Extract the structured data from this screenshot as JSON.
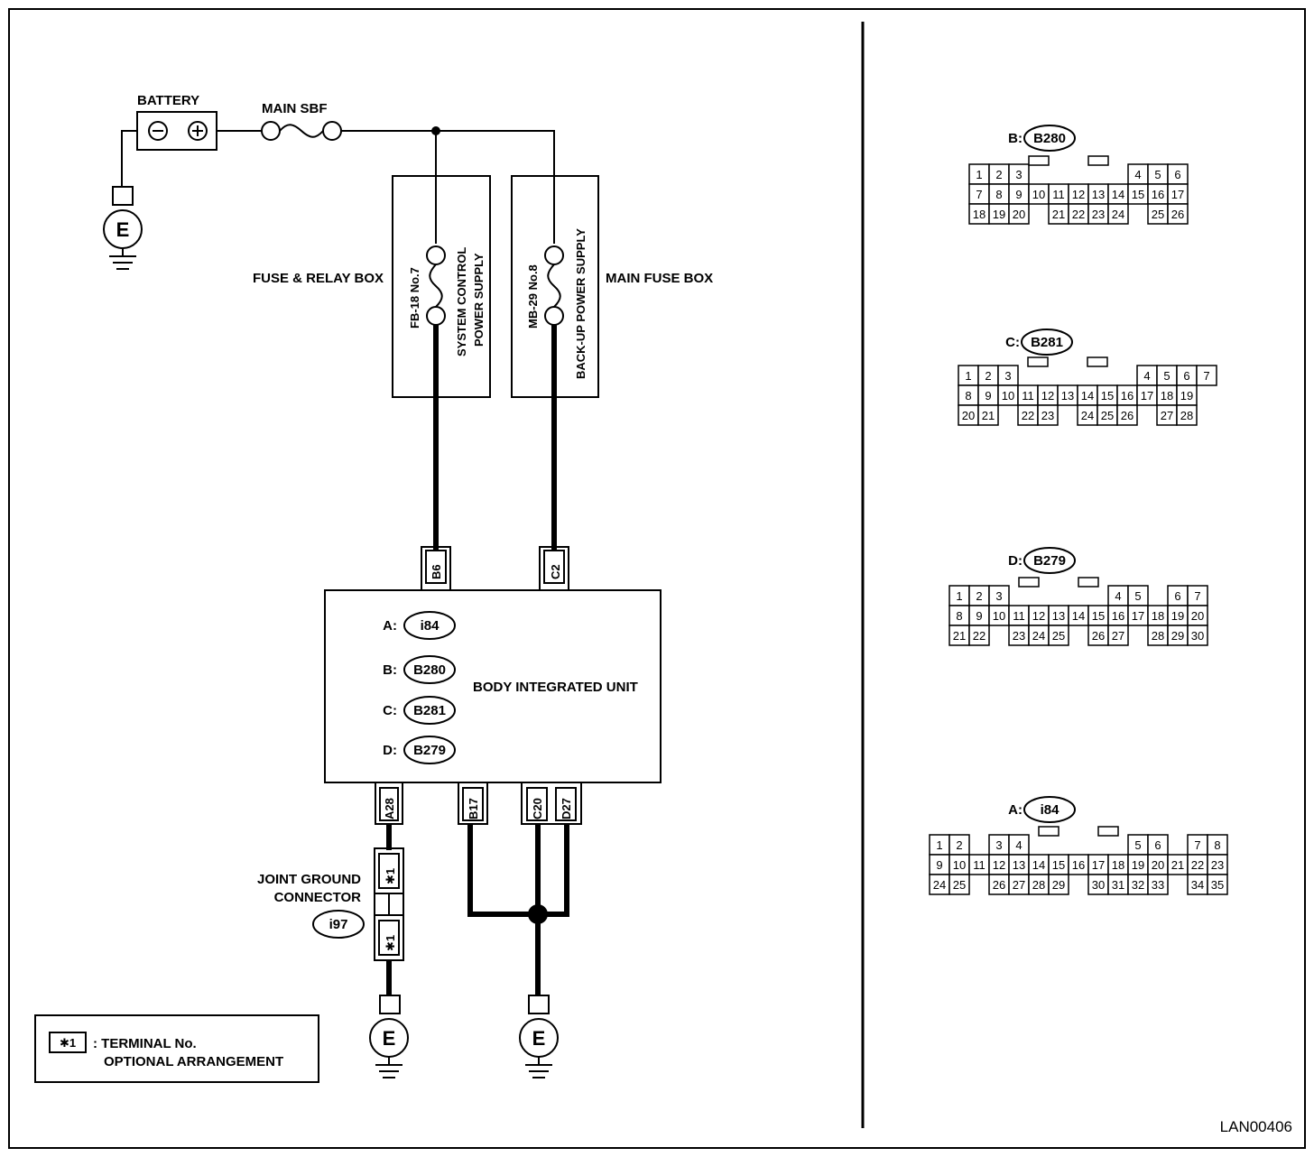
{
  "labels": {
    "battery": "BATTERY",
    "main_sbf": "MAIN SBF",
    "fuse_relay_box": "FUSE & RELAY BOX",
    "main_fuse_box": "MAIN FUSE BOX",
    "fuse_fb18": "FB-18 No.7",
    "system_control_1": "SYSTEM CONTROL",
    "system_control_2": "POWER SUPPLY",
    "fuse_mb29": "MB-29 No.8",
    "backup_power": "BACK-UP POWER SUPPLY",
    "body_unit": "BODY INTEGRATED UNIT",
    "joint_ground_1": "JOINT GROUND",
    "joint_ground_2": "CONNECTOR",
    "joint_ground_conn": "i97",
    "ground": "E",
    "legend_mark": "✱1",
    "legend_line1": ": TERMINAL No.",
    "legend_line2": "OPTIONAL ARRANGEMENT",
    "doc_code": "LAN00406"
  },
  "terminals": {
    "b6": "B6",
    "c2": "C2",
    "a28": "A28",
    "b17": "B17",
    "c20": "C20",
    "d27": "D27",
    "star": "✱1"
  },
  "unit_connectors": [
    {
      "letter": "A:",
      "code": "i84"
    },
    {
      "letter": "B:",
      "code": "B280"
    },
    {
      "letter": "C:",
      "code": "B281"
    },
    {
      "letter": "D:",
      "code": "B279"
    }
  ],
  "connector_views": [
    {
      "letter": "B:",
      "code": "B280",
      "rows": [
        [
          "1",
          "2",
          "3",
          "",
          "",
          "",
          "",
          "",
          "4",
          "5",
          "6"
        ],
        [
          "7",
          "8",
          "9",
          "10",
          "11",
          "12",
          "13",
          "14",
          "15",
          "16",
          "17"
        ],
        [
          "18",
          "19",
          "20",
          "",
          "21",
          "22",
          "23",
          "24",
          "",
          "25",
          "26"
        ]
      ]
    },
    {
      "letter": "C:",
      "code": "B281",
      "rows": [
        [
          "1",
          "2",
          "3",
          "",
          "",
          "",
          "",
          "",
          "",
          "4",
          "5",
          "6",
          "7"
        ],
        [
          "8",
          "9",
          "10",
          "11",
          "12",
          "13",
          "14",
          "15",
          "16",
          "17",
          "18",
          "19"
        ],
        [
          "20",
          "21",
          "",
          "22",
          "23",
          "",
          "24",
          "25",
          "26",
          "",
          "27",
          "28"
        ]
      ]
    },
    {
      "letter": "D:",
      "code": "B279",
      "rows": [
        [
          "1",
          "2",
          "3",
          "",
          "",
          "",
          "",
          "",
          "4",
          "5",
          "",
          "6",
          "7"
        ],
        [
          "8",
          "9",
          "10",
          "11",
          "12",
          "13",
          "14",
          "15",
          "16",
          "17",
          "18",
          "19",
          "20"
        ],
        [
          "21",
          "22",
          "",
          "23",
          "24",
          "25",
          "",
          "26",
          "27",
          "",
          "28",
          "29",
          "30"
        ]
      ]
    },
    {
      "letter": "A:",
      "code": "i84",
      "rows": [
        [
          "1",
          "2",
          "",
          "3",
          "4",
          "",
          "",
          "",
          "",
          "",
          "5",
          "6",
          "",
          "7",
          "8"
        ],
        [
          "9",
          "10",
          "11",
          "12",
          "13",
          "14",
          "15",
          "16",
          "17",
          "18",
          "19",
          "20",
          "21",
          "22",
          "23"
        ],
        [
          "24",
          "25",
          "",
          "26",
          "27",
          "28",
          "29",
          "",
          "30",
          "31",
          "32",
          "33",
          "",
          "34",
          "35"
        ]
      ]
    }
  ]
}
